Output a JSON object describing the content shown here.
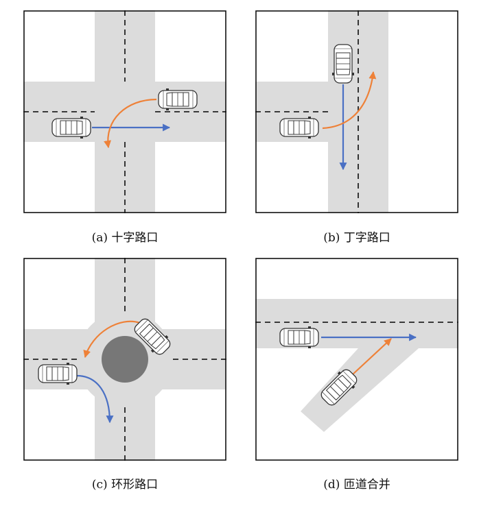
{
  "colors": {
    "road": "#dcdcdc",
    "lane_marking": "#222222",
    "frame": "#111111",
    "car_body": "#ffffff",
    "car_outline": "#333333",
    "straight_arrow": "#4a70c4",
    "turn_arrow": "#ee8138",
    "island": "#777777"
  },
  "icons": [
    "car-icon",
    "straight-arrow",
    "turn-arrow"
  ],
  "panels": [
    {
      "id": "a",
      "caption": "(a)  十字路口"
    },
    {
      "id": "b",
      "caption": "(b)  丁字路口"
    },
    {
      "id": "c",
      "caption": "(c)  环形路口"
    },
    {
      "id": "d",
      "caption": "(d)  匝道合并"
    }
  ]
}
